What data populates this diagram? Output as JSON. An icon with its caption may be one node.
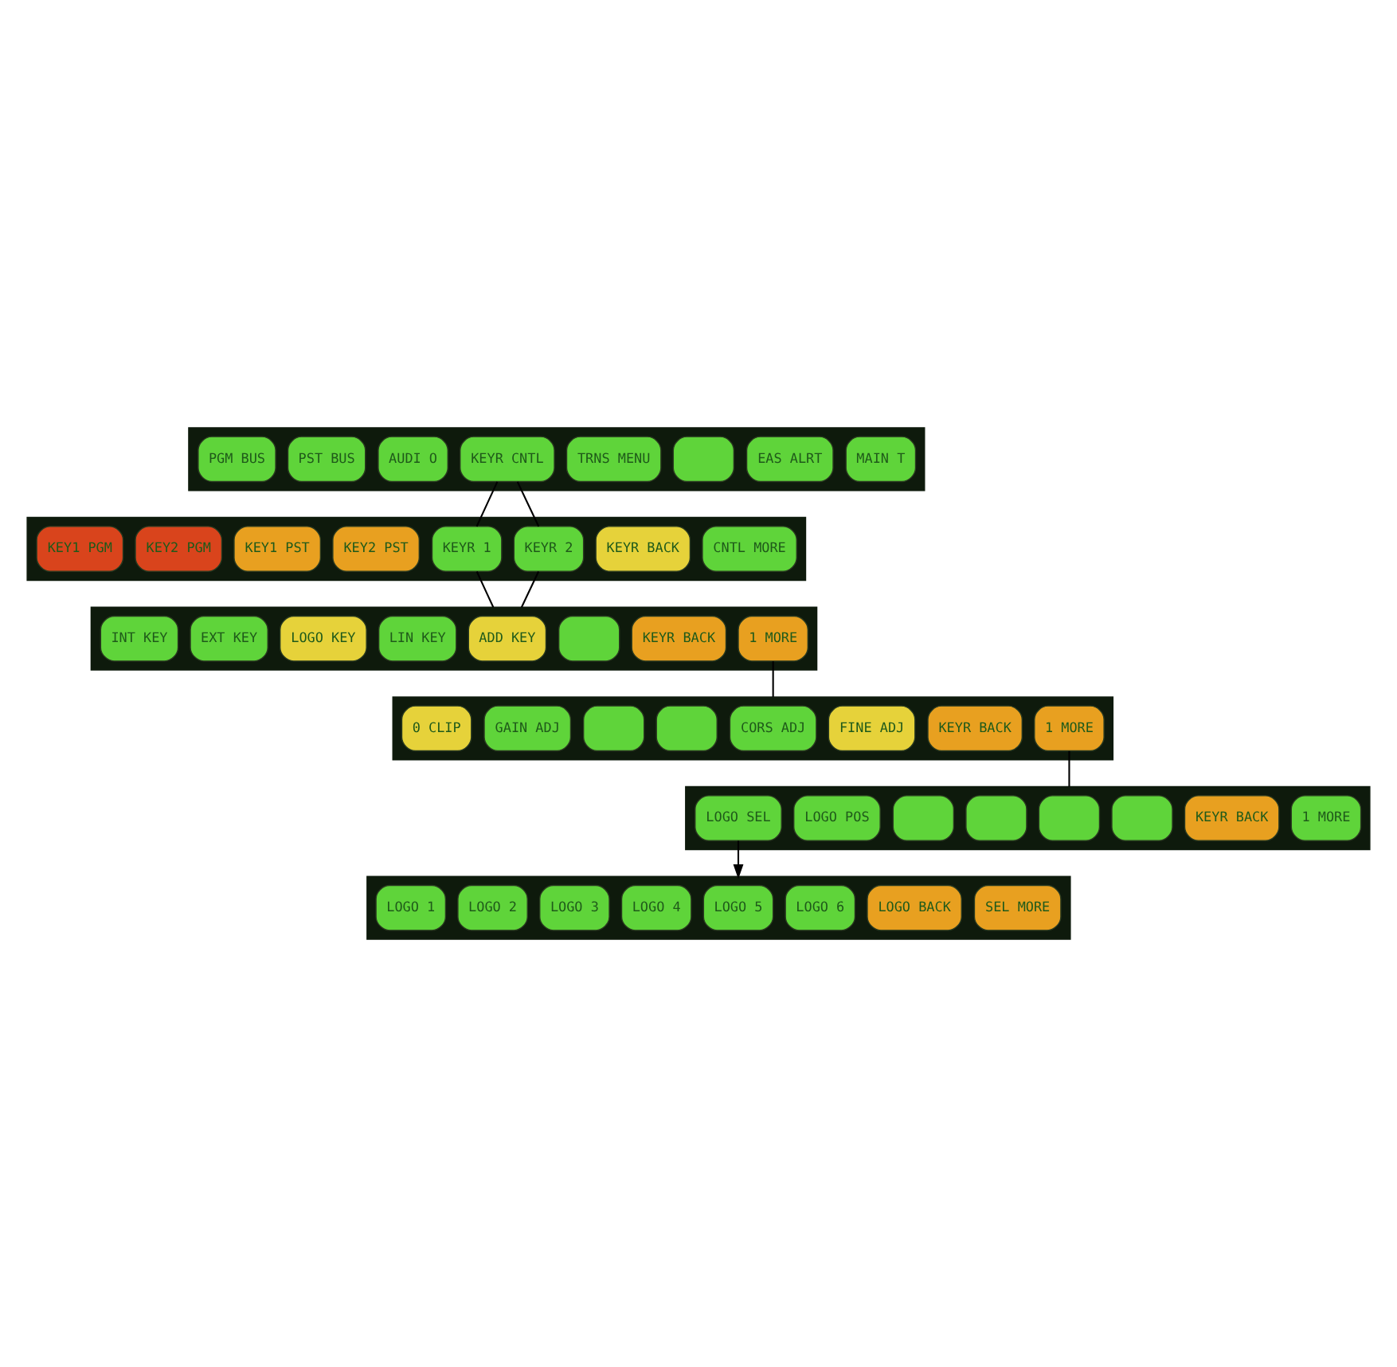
{
  "diagram": {
    "nodes": [
      {
        "text": [],
        "shape": "bar"
      },
      {
        "text": [
          "PGM BUS"
        ],
        "in": 0
      },
      {
        "text": [
          "PST BUS"
        ],
        "in": 0
      },
      {
        "text": [
          "AUDI O"
        ],
        "in": 0
      },
      {
        "text": [
          "KEYR CNTL"
        ],
        "in": 0
      },
      {
        "text": [
          "TRNS MENU"
        ],
        "in": 0
      },
      {
        "text": [],
        "shape": "box",
        "in": 0
      },
      {
        "text": [
          "EAS ALRT"
        ],
        "in": 0
      },
      {
        "text": [
          "MAIN T"
        ],
        "in": 0
      },
      {
        "text": [],
        "shape": "bar"
      },
      {
        "text": [
          "KEY1 PGM"
        ],
        "in": 9
      },
      {
        "text": [
          "KEY2 PGM"
        ],
        "in": 9
      },
      {
        "text": [
          "KEY1 PST"
        ],
        "in": 9
      },
      {
        "text": [
          "KEY2 PST"
        ],
        "in": 9
      },
      {
        "text": [
          "KEYR 1"
        ],
        "in": 9
      },
      {
        "text": [
          "KEYR 2"
        ],
        "in": 9
      },
      {
        "text": [
          "KEYR BACK"
        ],
        "in": 9
      },
      {
        "text": [
          "CNTL MORE"
        ],
        "in": 9
      },
      {
        "text": [],
        "shape": "bar"
      },
      {
        "text": [
          "INT KEY"
        ],
        "in": 18
      },
      {
        "text": [
          "EXT KEY"
        ],
        "in": 18
      },
      {
        "text": [
          "LOGO KEY"
        ],
        "in": 18
      },
      {
        "text": [
          "LIN KEY"
        ],
        "in": 18
      },
      {
        "text": [
          "ADD KEY"
        ],
        "in": 18
      },
      {
        "text": [],
        "shape": "box",
        "in": 18
      },
      {
        "text": [
          "KEYR BACK"
        ],
        "in": 18
      },
      {
        "text": [
          "1 MORE"
        ],
        "in": 18
      },
      {
        "text": [],
        "shape": "bar"
      },
      {
        "text": [
          "0 CLIP"
        ],
        "in": 27
      },
      {
        "text": [
          "GAIN ADJ"
        ],
        "in": 27
      },
      {
        "text": [],
        "shape": "box",
        "in": 27
      },
      {
        "text": [],
        "shape": "box",
        "in": 27
      },
      {
        "text": [
          "CORS ADJ"
        ],
        "in": 27
      },
      {
        "text": [
          "FINE ADJ"
        ],
        "in": 27
      },
      {
        "text": [
          "KEYR BACK"
        ],
        "in": 27
      },
      {
        "text": [
          "1 MORE"
        ],
        "in": 27
      },
      {
        "text": [],
        "shape": "bar"
      },
      {
        "text": [
          "LOGO SEL"
        ],
        "in": 36
      },
      {
        "text": [
          "LOGO POS"
        ],
        "in": 36
      },
      {
        "text": [],
        "shape": "box",
        "in": 36
      },
      {
        "text": [],
        "shape": "box",
        "in": 36
      },
      {
        "text": [],
        "shape": "box",
        "in": 36
      },
      {
        "text": [],
        "shape": "box",
        "in": 36
      },
      {
        "text": [
          "KEYR BACK"
        ],
        "in": 36
      },
      {
        "text": [
          "1 MORE"
        ],
        "in": 36
      },
      {
        "text": [],
        "shape": "bar"
      },
      {
        "text": [
          "LOGO 1"
        ],
        "in": 45
      },
      {
        "text": [
          "LOGO 2"
        ],
        "in": 45
      },
      {
        "text": [
          "LOGO 3"
        ],
        "in": 45
      },
      {
        "text": [
          "LOGO 4"
        ],
        "in": 45
      },
      {
        "text": [
          "LOGO 5"
        ],
        "in": 45
      },
      {
        "text": [
          "LOGO 6"
        ],
        "in": 45
      },
      {
        "text": [
          "LOGO BACK"
        ],
        "in": 45
      },
      {
        "text": [
          "SEL MORE"
        ],
        "in": 45
      }
    ],
    "edges": [
      {
        "from": 4,
        "to": 14,
        "arrow": "none"
      },
      {
        "from": 4,
        "to": 15,
        "arrow": "none"
      },
      {
        "from": 14,
        "to": 18,
        "arrow": "none"
      },
      {
        "from": 15,
        "to": 18,
        "arrow": "none"
      },
      {
        "from": 26,
        "to": 27,
        "arrow": "none"
      },
      {
        "from": 35,
        "to": 36,
        "arrow": "none"
      },
      {
        "from": 37,
        "to": 45,
        "arrow": "to"
      }
    ]
  }
}
